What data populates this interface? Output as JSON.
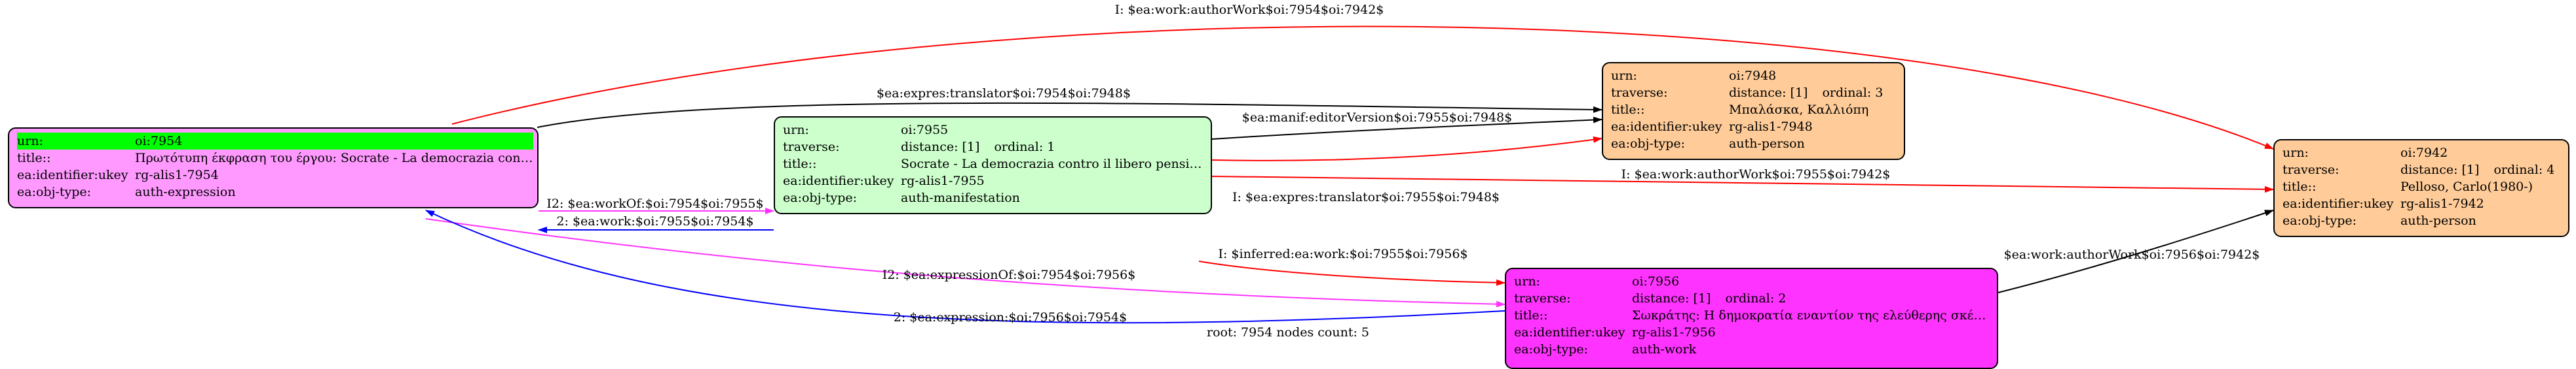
{
  "colors": {
    "expression": "#ff99ff",
    "manifestation": "#ccffcc",
    "person": "#ffcc99",
    "work": "#ff33ff",
    "highlight": "#00ff00",
    "edge_black": "#000000",
    "edge_red": "#ff0000",
    "edge_blue": "#0000ff",
    "edge_magenta": "#ff33ff"
  },
  "nodes": {
    "n7954": {
      "rows": [
        {
          "k": "urn:",
          "v": "oi:7954"
        },
        {
          "k": "title::",
          "v": "Πρωτότυπη έκφραση του έργου: Socrate - La democrazia contr..."
        },
        {
          "k": "ea:identifier:ukey",
          "v": "rg-alis1-7954"
        },
        {
          "k": "ea:obj-type:",
          "v": "auth-expression"
        }
      ]
    },
    "n7955": {
      "rows": [
        {
          "k": "urn:",
          "v": "oi:7955"
        },
        {
          "k": "traverse:",
          "v": "distance: [1]",
          "ord": "ordinal: 1"
        },
        {
          "k": "title::",
          "v": "Socrate - La democrazia contro il libero pensiero"
        },
        {
          "k": "ea:identifier:ukey",
          "v": "rg-alis1-7955"
        },
        {
          "k": "ea:obj-type:",
          "v": "auth-manifestation"
        }
      ]
    },
    "n7948": {
      "rows": [
        {
          "k": "urn:",
          "v": "oi:7948"
        },
        {
          "k": "traverse:",
          "v": "distance: [1]",
          "ord": "ordinal: 3"
        },
        {
          "k": "title::",
          "v": "Μπαλάσκα, Καλλιόπη"
        },
        {
          "k": "ea:identifier:ukey",
          "v": "rg-alis1-7948"
        },
        {
          "k": "ea:obj-type:",
          "v": "auth-person"
        }
      ]
    },
    "n7956": {
      "rows": [
        {
          "k": "urn:",
          "v": "oi:7956"
        },
        {
          "k": "traverse:",
          "v": "distance: [1]",
          "ord": "ordinal: 2"
        },
        {
          "k": "title::",
          "v": "Σωκράτης: Η δημοκρατία εναντίον της ελεύθερης σκέψης"
        },
        {
          "k": "ea:identifier:ukey",
          "v": "rg-alis1-7956"
        },
        {
          "k": "ea:obj-type:",
          "v": "auth-work"
        }
      ]
    },
    "n7942": {
      "rows": [
        {
          "k": "urn:",
          "v": "oi:7942"
        },
        {
          "k": "traverse:",
          "v": "distance: [1]",
          "ord": "ordinal: 4"
        },
        {
          "k": "title::",
          "v": "Pelloso, Carlo(1980-)"
        },
        {
          "k": "ea:identifier:ukey",
          "v": "rg-alis1-7942"
        },
        {
          "k": "ea:obj-type:",
          "v": "auth-person"
        }
      ]
    }
  },
  "edges": {
    "e_author_7954_7942": "I: $ea:work:authorWork$oi:7954$oi:7942$",
    "e_translator_7954_7948": "$ea:expres:translator$oi:7954$oi:7948$",
    "e_workOf_7954_7955": "I2: $ea:workOf:$oi:7954$oi:7955$",
    "e_work_7955_7954": "2: $ea:work:$oi:7955$oi:7954$",
    "e_editor_7955_7948": "$ea:manif:editorVersion$oi:7955$oi:7948$",
    "e_translator_7955_7948": "I: $ea:expres:translator$oi:7955$oi:7948$",
    "e_author_7955_7942": "I: $ea:work:authorWork$oi:7955$oi:7942$",
    "e_inferred_7955_7956": "I: $inferred:ea:work:$oi:7955$oi:7956$",
    "e_expressionOf_7954_7956": "I2: $ea:expressionOf:$oi:7954$oi:7956$",
    "e_expression_7956_7954": "2: $ea:expression:$oi:7956$oi:7954$",
    "e_author_7956_7942": "$ea:work:authorWork$oi:7956$oi:7942$"
  },
  "footer": "root: 7954 nodes count: 5"
}
